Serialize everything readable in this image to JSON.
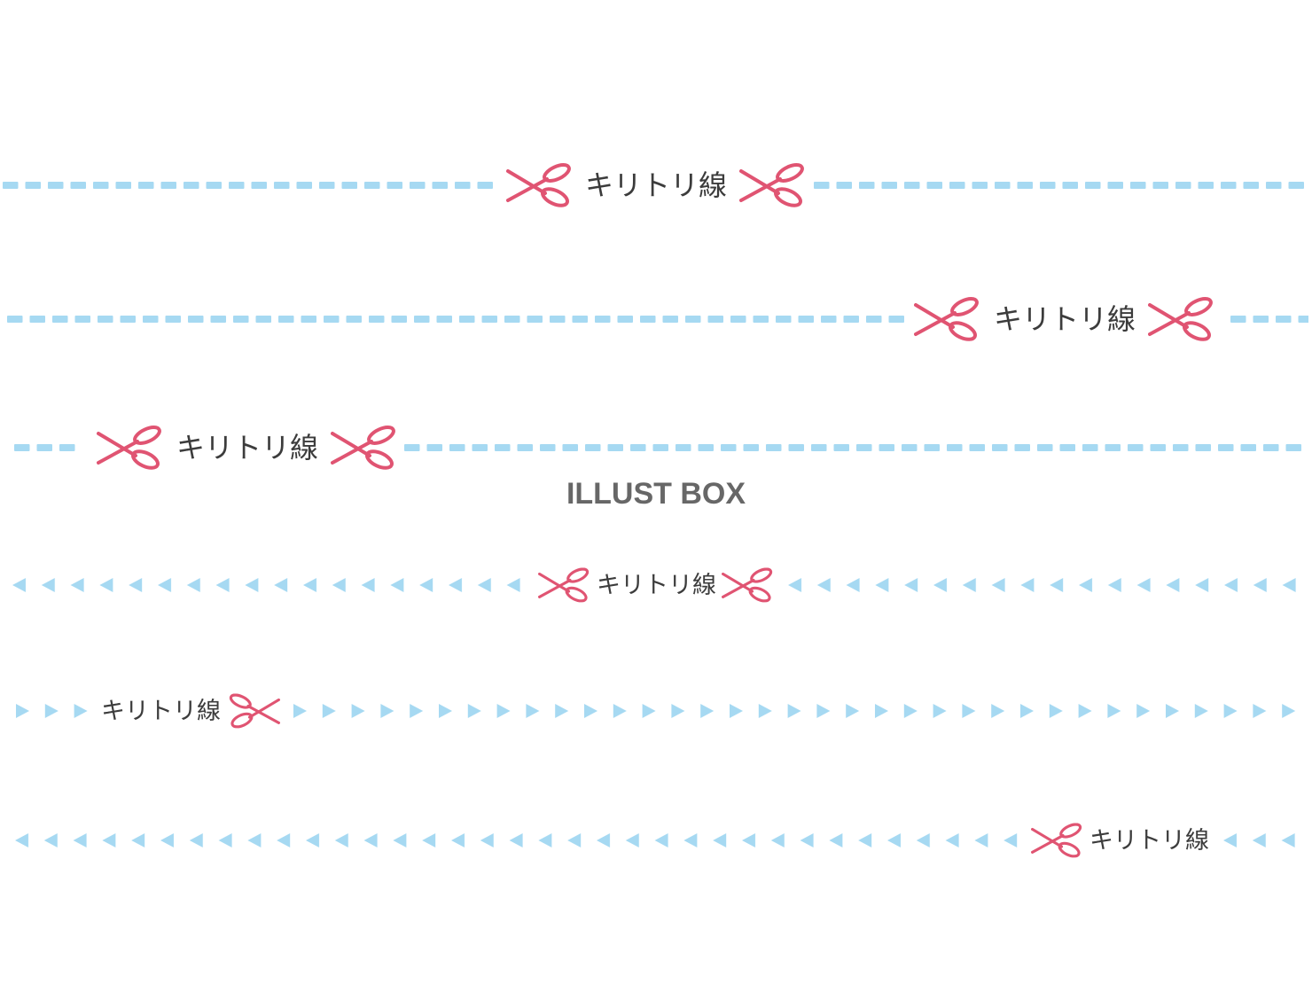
{
  "watermark": "ILLUST BOX",
  "colors": {
    "background": "#ffffff",
    "line": "#a6d9f2",
    "scissors": "#e05472",
    "label": "#3c3c3c",
    "watermark": "#676767"
  },
  "icons": {
    "cut_marker": "scissors-icon"
  },
  "cut_lines": [
    {
      "label": "キリトリ線",
      "pattern": "dashed"
    },
    {
      "label": "キリトリ線",
      "pattern": "dashed"
    },
    {
      "label": "キリトリ線",
      "pattern": "dashed"
    },
    {
      "label": "キリトリ線",
      "pattern": "arrows-left"
    },
    {
      "label": "キリトリ線",
      "pattern": "arrows-right"
    },
    {
      "label": "キリトリ線",
      "pattern": "arrows-left"
    }
  ]
}
